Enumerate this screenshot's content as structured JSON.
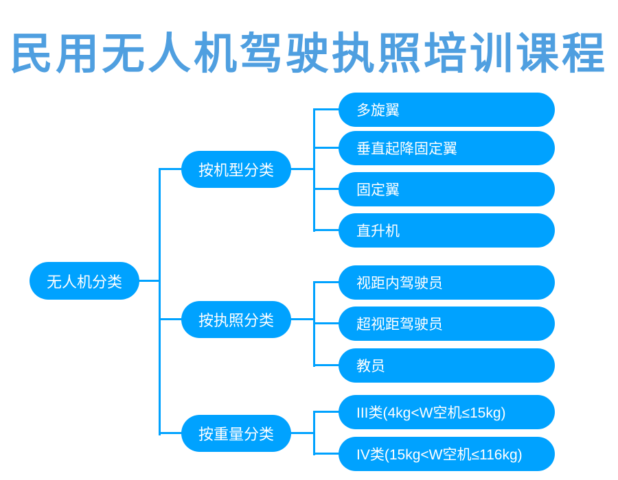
{
  "title": "民用无人机驾驶执照培训课程",
  "colors": {
    "title_text": "#4f9fe0",
    "node_fill": "#00a2ff",
    "node_text": "#ffffff",
    "connector": "#00a2ff",
    "background": "#ffffff"
  },
  "diagram": {
    "root": {
      "label": "无人机分类"
    },
    "branches": [
      {
        "label": "按机型分类",
        "children": [
          "多旋翼",
          "垂直起降固定翼",
          "固定翼",
          "直升机"
        ]
      },
      {
        "label": "按执照分类",
        "children": [
          "视距内驾驶员",
          "超视距驾驶员",
          "教员"
        ]
      },
      {
        "label": "按重量分类",
        "children": [
          "III类(4kg<W空机≤15kg)",
          "IV类(15kg<W空机≤116kg)"
        ]
      }
    ]
  }
}
